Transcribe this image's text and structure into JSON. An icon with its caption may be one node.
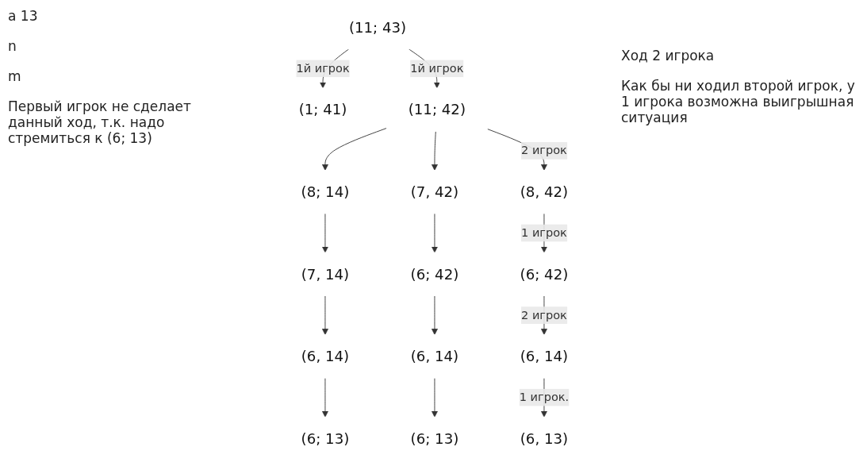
{
  "diagram": {
    "nodes": [
      {
        "text": [
          "(11; 43)"
        ]
      },
      {
        "text": [
          "(1; 41)"
        ]
      },
      {
        "text": [
          "(11; 42)"
        ]
      },
      {
        "text": [
          "(8; 14)"
        ]
      },
      {
        "text": [
          "(7, 42)"
        ]
      },
      {
        "text": [
          "(8, 42)"
        ]
      },
      {
        "text": [
          "(7, 14)"
        ]
      },
      {
        "text": [
          "(6; 42)"
        ]
      },
      {
        "text": [
          "(6; 42)"
        ]
      },
      {
        "text": [
          "(6, 14)"
        ]
      },
      {
        "text": [
          "(6, 14)"
        ]
      },
      {
        "text": [
          "(6, 14)"
        ]
      },
      {
        "text": [
          "(6; 13)"
        ]
      },
      {
        "text": [
          "(6; 13)"
        ]
      },
      {
        "text": [
          "(6, 13)"
        ]
      }
    ],
    "edges": [
      {
        "from": 0,
        "to": 1,
        "arrow": "to",
        "label": "1й игрок"
      },
      {
        "from": 0,
        "to": 2,
        "arrow": "to",
        "label": "1й игрок"
      },
      {
        "from": 2,
        "to": 3,
        "arrow": "to"
      },
      {
        "from": 2,
        "to": 4,
        "arrow": "to"
      },
      {
        "from": 2,
        "to": 5,
        "arrow": "to",
        "label": "2 игрок"
      },
      {
        "from": 3,
        "to": 6,
        "arrow": "to"
      },
      {
        "from": 4,
        "to": 7,
        "arrow": "to"
      },
      {
        "from": 5,
        "to": 8,
        "arrow": "to",
        "label": "1 игрок"
      },
      {
        "from": 6,
        "to": 9,
        "arrow": "to"
      },
      {
        "from": 7,
        "to": 10,
        "arrow": "to"
      },
      {
        "from": 8,
        "to": 11,
        "arrow": "to",
        "label": "2 игрок"
      },
      {
        "from": 9,
        "to": 12,
        "arrow": "to"
      },
      {
        "from": 10,
        "to": 13,
        "arrow": "to"
      },
      {
        "from": 11,
        "to": 14,
        "arrow": "to",
        "label": "1 игрок."
      }
    ],
    "labels": [
      "а 13",
      "n",
      "m",
      "Ход 2 игрока",
      "Первый игрок не сделает данный ход, т.к. надо стремиться к (6; 13)",
      "Как бы ни ходил второй игрок, у 1 игрока возможна выигрышная ситуация"
    ]
  }
}
